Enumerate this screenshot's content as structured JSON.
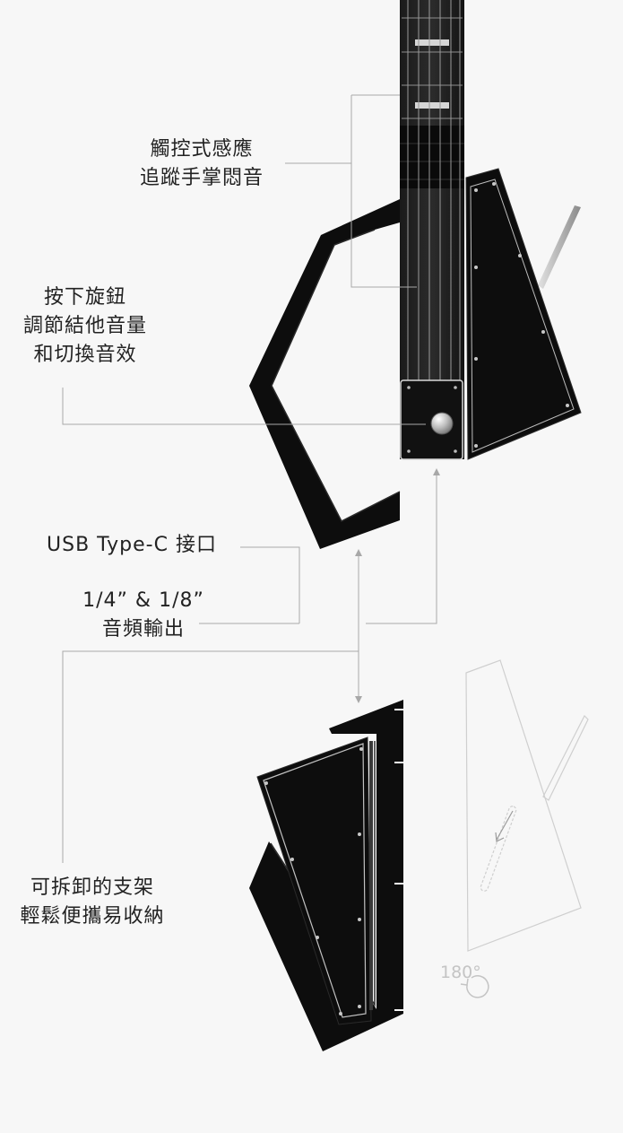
{
  "callouts": {
    "touch": [
      "觸控式感應",
      "追蹤手掌悶音"
    ],
    "knob": [
      "按下旋鈕",
      "調節結他音量",
      "和切換音效"
    ],
    "usb": "USB Type-C 接口",
    "audio": [
      "1/4” & 1/8”",
      "音頻輸出"
    ],
    "stand": [
      "可拆卸的支架",
      "輕鬆便攜易收納"
    ]
  },
  "rotation_label": "180°",
  "colors": {
    "background": "#f7f7f7",
    "guitar_body": "#0d0d0d",
    "panel_border": "#cfcfcf",
    "callout_line": "#a8a8a8",
    "text": "#222222"
  }
}
